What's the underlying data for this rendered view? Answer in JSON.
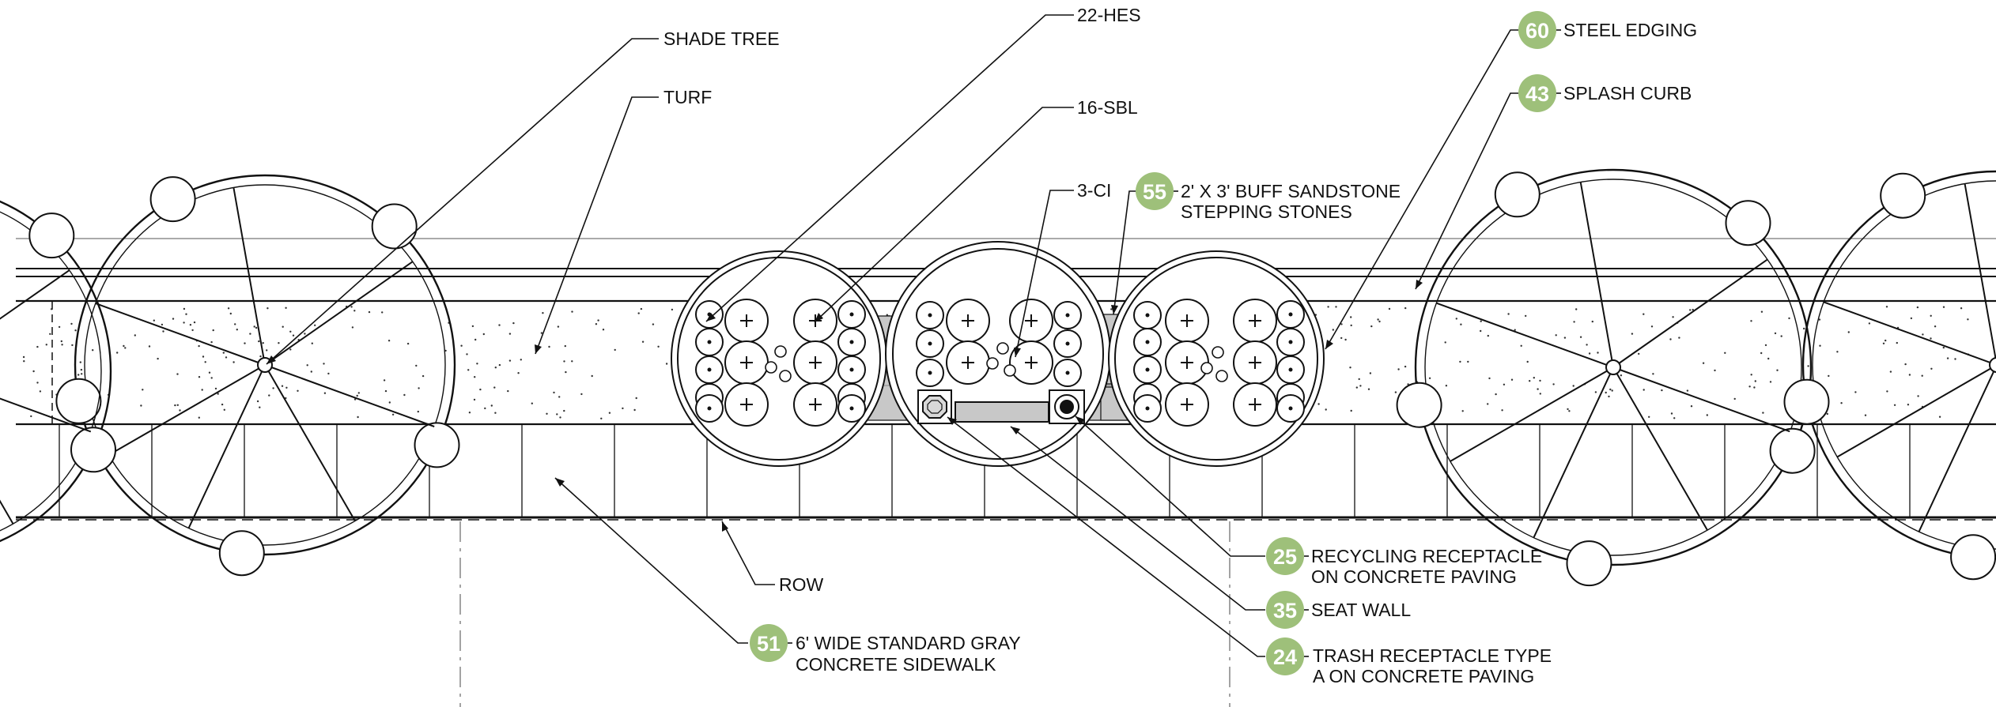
{
  "colors": {
    "line": "#111111",
    "badge": "#9ec07a",
    "badge_text": "#ffffff",
    "fill_gray": "#c8c8c8",
    "background": "#ffffff"
  },
  "labels": {
    "shade_tree": "SHADE TREE",
    "turf": "TURF",
    "hes": "22-HES",
    "sbl": "16-SBL",
    "ci": "3-CI",
    "row": "ROW"
  },
  "callouts": {
    "stepping_stones": {
      "number": "55",
      "line1": "2' X 3' BUFF SANDSTONE",
      "line2": "STEPPING STONES"
    },
    "steel_edging": {
      "number": "60",
      "line1": "STEEL EDGING"
    },
    "splash_curb": {
      "number": "43",
      "line1": "SPLASH CURB"
    },
    "recycling": {
      "number": "25",
      "line1": "RECYCLING RECEPTACLE",
      "line2": "ON CONCRETE PAVING"
    },
    "seat_wall": {
      "number": "35",
      "line1": "SEAT WALL"
    },
    "trash": {
      "number": "24",
      "line1": "TRASH RECEPTACLE TYPE",
      "line2": "A ON CONCRETE PAVING"
    },
    "sidewalk": {
      "number": "51",
      "line1": "6' WIDE STANDARD GRAY",
      "line2": "CONCRETE SIDEWALK"
    }
  },
  "icons": {
    "shade_tree": "shade-tree-symbol",
    "shrub_plus": "shrub-plus-symbol",
    "shrub_dot": "shrub-dot-symbol",
    "trash": "octagon-receptacle-icon",
    "recycling": "circle-receptacle-icon"
  }
}
